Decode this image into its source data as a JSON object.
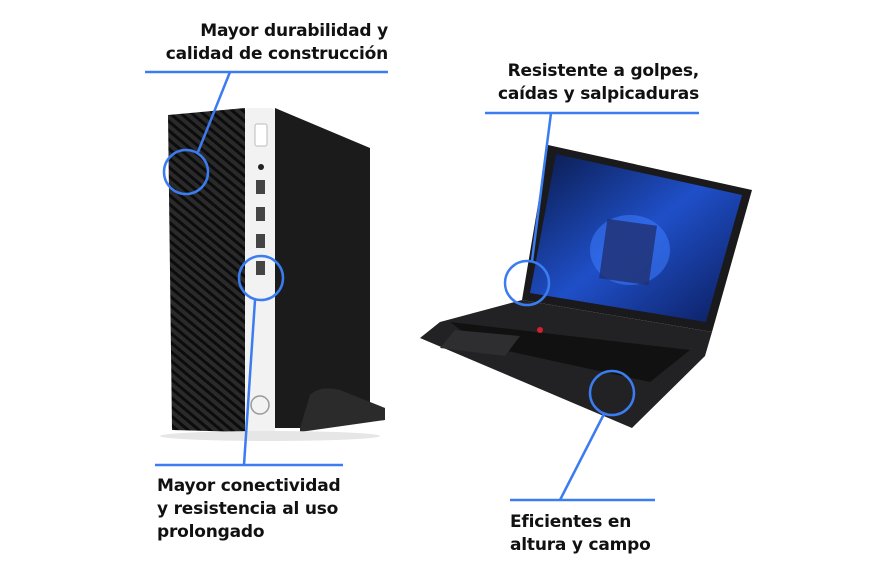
{
  "callouts": [
    {
      "lines": [
        "Mayor durabilidad y",
        "calidad de construcción"
      ]
    },
    {
      "lines": [
        "Mayor conectividad",
        "y resistencia al uso",
        "prolongado"
      ]
    },
    {
      "lines": [
        "Resistente a golpes,",
        "caídas y salpicaduras"
      ]
    },
    {
      "lines": [
        "Eficientes en",
        "altura y campo"
      ]
    }
  ],
  "colors": {
    "accent": "#3b7cf0",
    "device": "#1c1c1e"
  }
}
